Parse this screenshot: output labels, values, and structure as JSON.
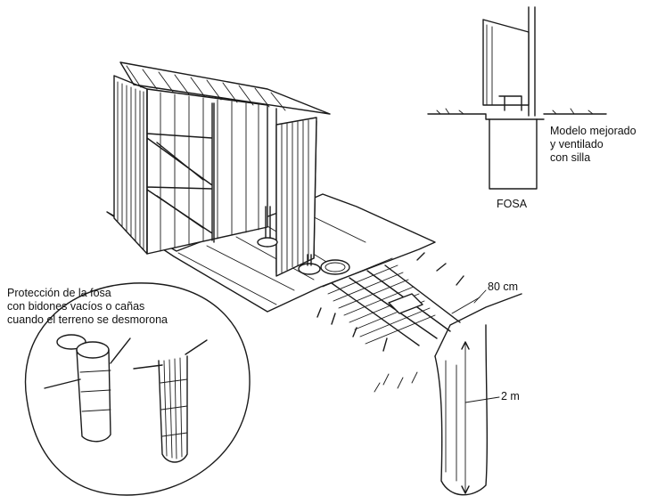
{
  "labels": {
    "improved_model": [
      "Modelo mejorado",
      "y ventilado",
      "con silla"
    ],
    "pit": "FOSA",
    "width_dimension": "80 cm",
    "depth_dimension": "2 m",
    "pit_protection": [
      "Protección de la fosa",
      "con bidones vacíos o cañas",
      "cuando el terreno se desmorona"
    ]
  },
  "colors": {
    "ink": "#1a1a1a",
    "paper": "#ffffff"
  }
}
